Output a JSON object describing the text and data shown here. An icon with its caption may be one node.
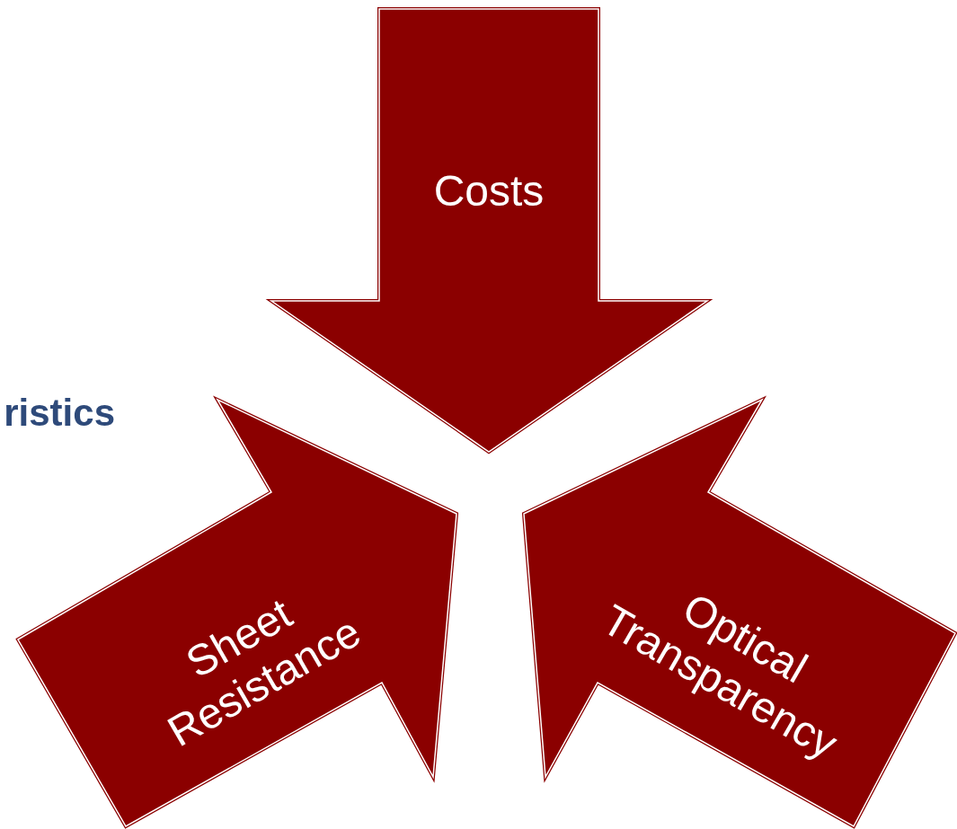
{
  "diagram": {
    "nodes": [
      {
        "text": [
          "Costs"
        ]
      },
      {
        "text": [
          "Sheet Resistance"
        ]
      },
      {
        "text": [
          "Optical Transparency"
        ]
      }
    ],
    "labels": [
      "ristics"
    ]
  }
}
